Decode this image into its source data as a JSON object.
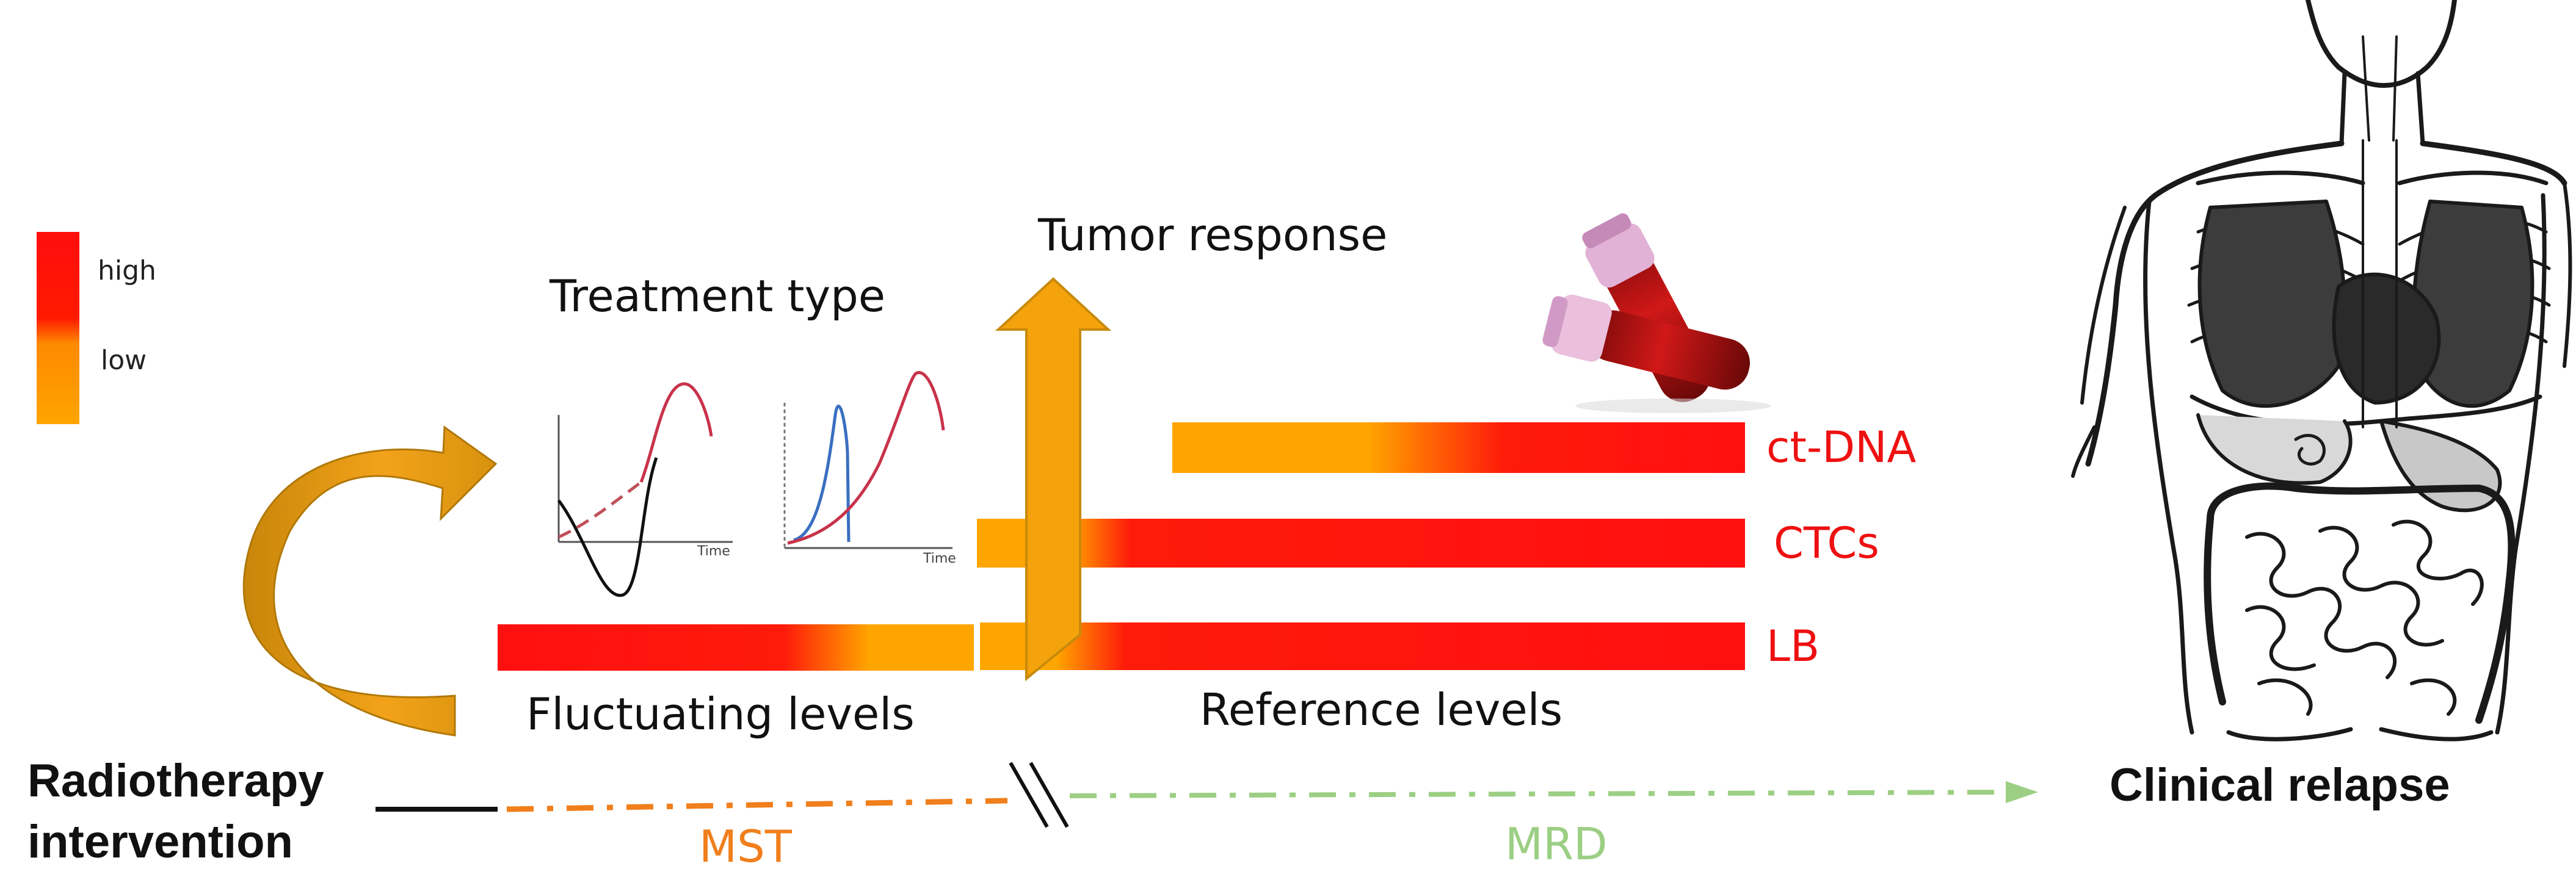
{
  "legend": {
    "high_label": "high",
    "low_label": "low"
  },
  "labels": {
    "treatment_type": "Treatment type",
    "tumor_response": "Tumor response",
    "fluctuating_levels": "Fluctuating levels",
    "reference_levels": "Reference levels",
    "radiotherapy_line1": "Radiotherapy",
    "radiotherapy_line2": "intervention",
    "clinical_relapse": "Clinical relapse",
    "mst": "MST",
    "mrd": "MRD"
  },
  "mini_charts": {
    "axis_label": "Time"
  },
  "biomarkers": [
    {
      "label": "ct-DNA"
    },
    {
      "label": "CTCs"
    },
    {
      "label": "LB"
    }
  ],
  "colors": {
    "high": "#ff1010",
    "low": "#ffa500",
    "label_red": "#ee1111",
    "mst_orange": "#f07f1c",
    "mrd_green": "#9ccf84",
    "arrow_orange": "#f5a30c",
    "arrow_dark": "#c98a0a"
  }
}
